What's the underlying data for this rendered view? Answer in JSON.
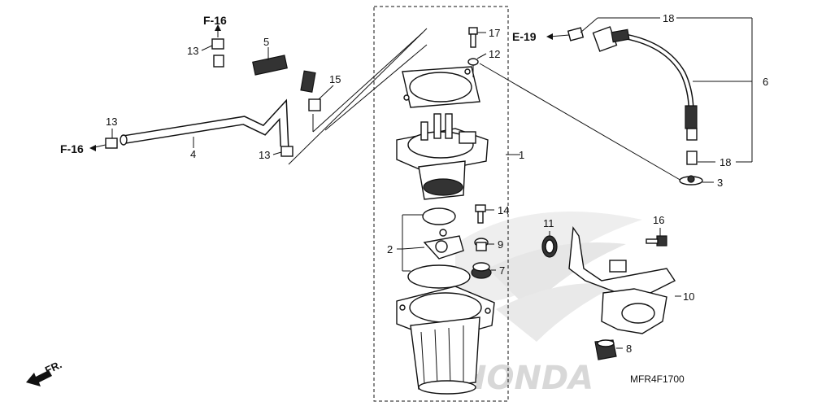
{
  "diagram": {
    "part_numbers": [
      "1",
      "2",
      "3",
      "4",
      "5",
      "6",
      "7",
      "8",
      "9",
      "10",
      "11",
      "12",
      "13",
      "14",
      "15",
      "16",
      "17",
      "18"
    ],
    "labels": {
      "p1": "1",
      "p2": "2",
      "p3": "3",
      "p4": "4",
      "p5": "5",
      "p6": "6",
      "p7": "7",
      "p8": "8",
      "p9": "9",
      "p10": "10",
      "p11": "11",
      "p12": "12",
      "p13a": "13",
      "p13b": "13",
      "p13c": "13",
      "p14": "14",
      "p15": "15",
      "p16": "16",
      "p17": "17",
      "p18a": "18",
      "p18b": "18"
    },
    "refs": {
      "f16_top": "F-16",
      "f16_left": "F-16",
      "e19": "E-19"
    },
    "drawing_code": "MFR4F1700",
    "direction_label": "FR.",
    "watermark": "HONDA"
  }
}
